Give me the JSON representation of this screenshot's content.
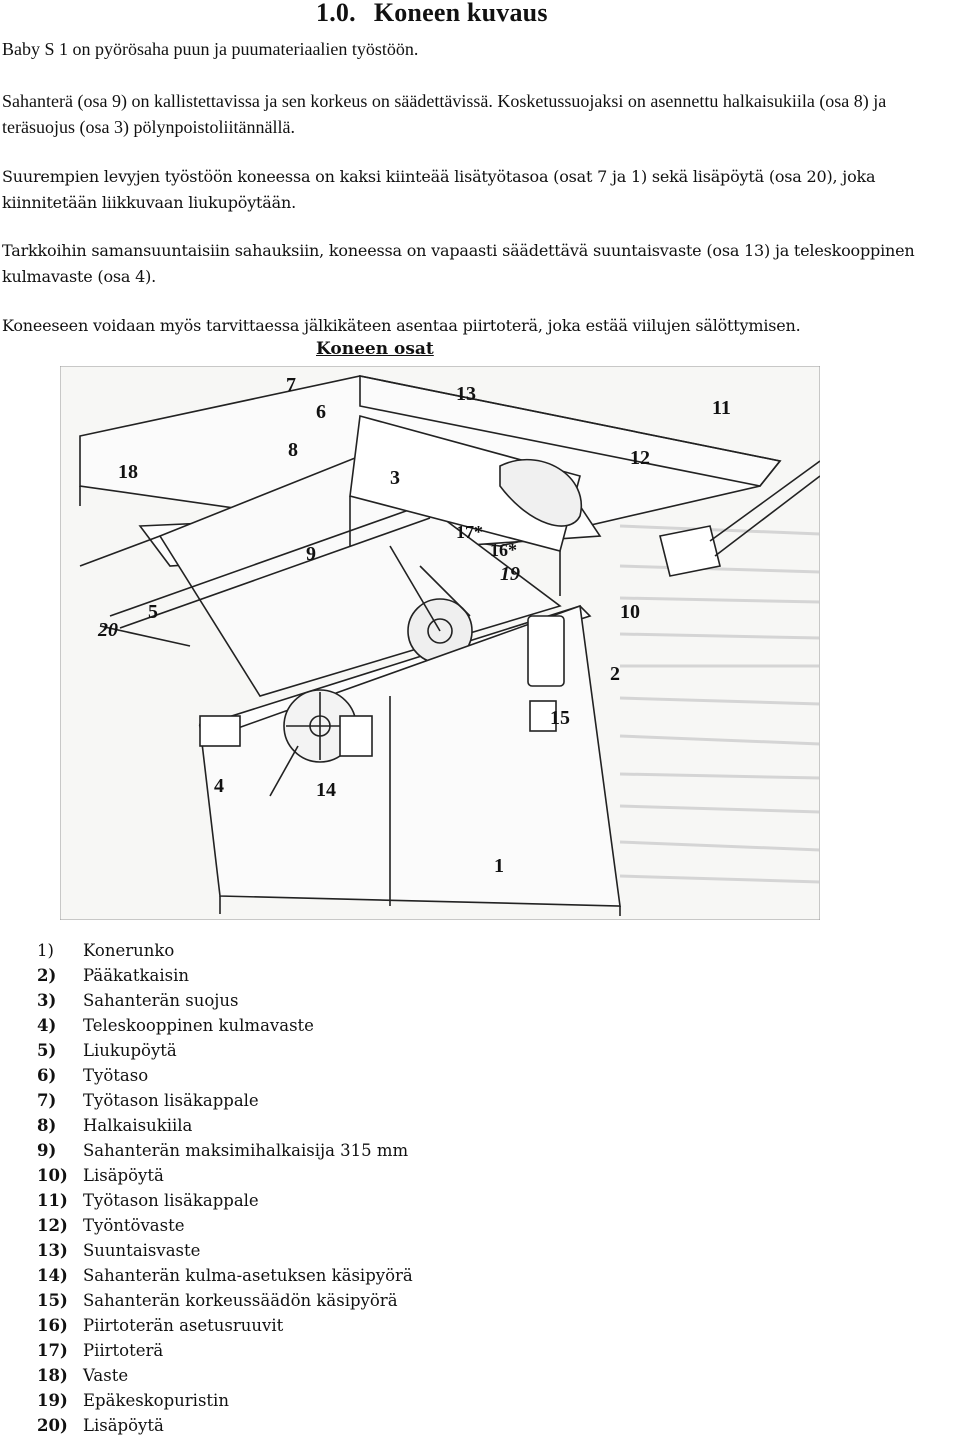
{
  "heading": {
    "number": "1.0.",
    "title": "Koneen kuvaus"
  },
  "paragraphs": [
    "Baby S 1 on pyörösaha puun ja puumateriaalien työstöön.",
    "Sahanterä (osa 9) on kallistettavissa ja sen korkeus on säädettävissä. Kosketussuojaksi on asennettu halkaisukiila (osa 8) ja teräsuojus (osa 3) pölynpoistoliitännällä.",
    "Suurempien levyjen työstöön koneessa on kaksi kiinteää lisätyötasoa (osat 7 ja 1) sekä lisäpöytä (osa 20), joka kiinnitetään liikkuvaan liukupöytään.",
    "Tarkkoihin samansuuntaisiin sahauksiin, koneessa on vapaasti säädettävä suuntaisvaste (osa 13) ja teleskooppinen kulmavaste (osa 4).",
    "Koneeseen voidaan myös tarvittaessa jälkikäteen asentaa piirtoterä, joka estää viilujen sälöttymisen."
  ],
  "parts_heading": "Koneen osat",
  "figure_labels": [
    "7",
    "6",
    "13",
    "11",
    "18",
    "8",
    "3",
    "12",
    "17*",
    "16*",
    "9",
    "19",
    "5",
    "20",
    "10",
    "2",
    "15",
    "4",
    "14",
    "1"
  ],
  "parts": [
    {
      "num": "1)",
      "name": "Konerunko"
    },
    {
      "num": "2)",
      "name": "Pääkatkaisin"
    },
    {
      "num": "3)",
      "name": "Sahanterän suojus"
    },
    {
      "num": "4)",
      "name": "Teleskooppinen kulmavaste"
    },
    {
      "num": "5)",
      "name": "Liukupöytä"
    },
    {
      "num": "6)",
      "name": "Työtaso"
    },
    {
      "num": "7)",
      "name": "Työtason lisäkappale"
    },
    {
      "num": "8)",
      "name": "Halkaisukiila"
    },
    {
      "num": "9)",
      "name": "Sahanterän maksimihalkaisija 315 mm"
    },
    {
      "num": "10)",
      "name": "Lisäpöytä"
    },
    {
      "num": "11)",
      "name": "Työtason lisäkappale"
    },
    {
      "num": "12)",
      "name": "Työntövaste"
    },
    {
      "num": "13)",
      "name": "Suuntaisvaste"
    },
    {
      "num": "14)",
      "name": "Sahanterän kulma-asetuksen käsipyörä"
    },
    {
      "num": "15)",
      "name": "Sahanterän korkeussäädön käsipyörä"
    },
    {
      "num": "16)",
      "name": "Piirtoterän asetusruuvit"
    },
    {
      "num": "17)",
      "name": "Piirtoterä"
    },
    {
      "num": "18)",
      "name": "Vaste"
    },
    {
      "num": "19)",
      "name": "Epäkeskopuristin"
    },
    {
      "num": "20)",
      "name": "Lisäpöytä"
    }
  ]
}
